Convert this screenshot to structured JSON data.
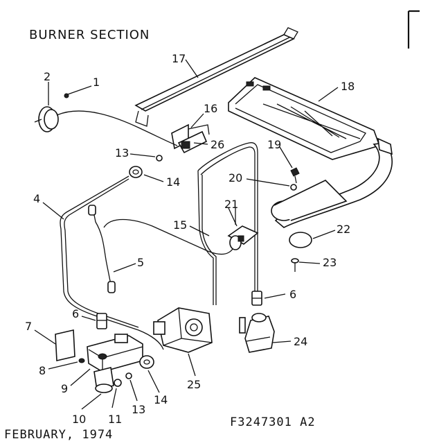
{
  "title": "BURNER SECTION",
  "footer": {
    "date": "FEBRUARY, 1974",
    "part_code": "F3247301 A2"
  },
  "callouts": [
    "1",
    "2",
    "4",
    "5",
    "6",
    "6",
    "7",
    "8",
    "9",
    "10",
    "11",
    "13",
    "13",
    "14",
    "14",
    "15",
    "16",
    "17",
    "18",
    "19",
    "20",
    "21",
    "22",
    "23",
    "24",
    "25",
    "26"
  ]
}
